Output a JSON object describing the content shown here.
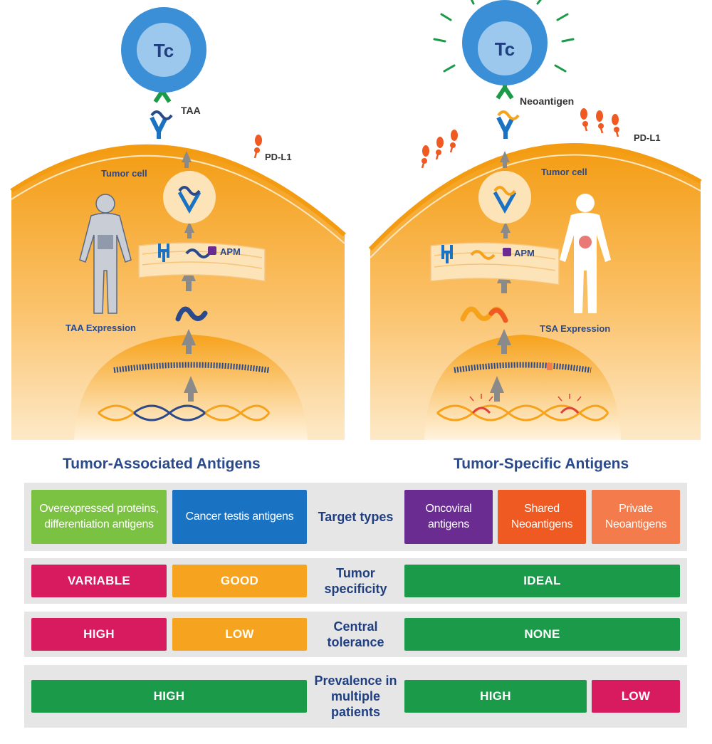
{
  "diagram": {
    "left_panel": {
      "cell_label": "Tc",
      "antigen_label": "TAA",
      "pdl1_label": "PD-L1",
      "tumor_label": "Tumor cell",
      "apm_label": "APM",
      "expression_label": "TAA Expression"
    },
    "right_panel": {
      "cell_label": "Tc",
      "antigen_label": "Neoantigen",
      "pdl1_label": "PD-L1",
      "tumor_label": "Tumor cell",
      "apm_label": "APM",
      "expression_label": "TSA Expression"
    },
    "colors": {
      "tumor_orange": "#f7a21b",
      "tc_blue": "#3b8fd6",
      "green": "#1b9a4a",
      "magenta": "#d81b5f",
      "gold": "#f6a420",
      "blue": "#1a72c2",
      "lime": "#7cc242",
      "purple": "#6a2c91",
      "orange_red": "#ef5a23",
      "salmon": "#f47c4c"
    }
  },
  "table": {
    "left_title": "Tumor-Associated Antigens",
    "right_title": "Tumor-Specific Antigens",
    "rows": {
      "target_types": {
        "label": "Target types",
        "cells": [
          "Overexpressed proteins, differentiation antigens",
          "Cancer testis antigens",
          "Oncoviral antigens",
          "Shared Neoantigens",
          "Private Neoantigens"
        ]
      },
      "tumor_specificity": {
        "label": "Tumor specificity",
        "cells": [
          "VARIABLE",
          "GOOD",
          "IDEAL"
        ]
      },
      "central_tolerance": {
        "label": "Central tolerance",
        "cells": [
          "HIGH",
          "LOW",
          "NONE"
        ]
      },
      "prevalence": {
        "label": "Prevalence in multiple patients",
        "cells": [
          "HIGH",
          "HIGH",
          "LOW"
        ]
      }
    }
  }
}
